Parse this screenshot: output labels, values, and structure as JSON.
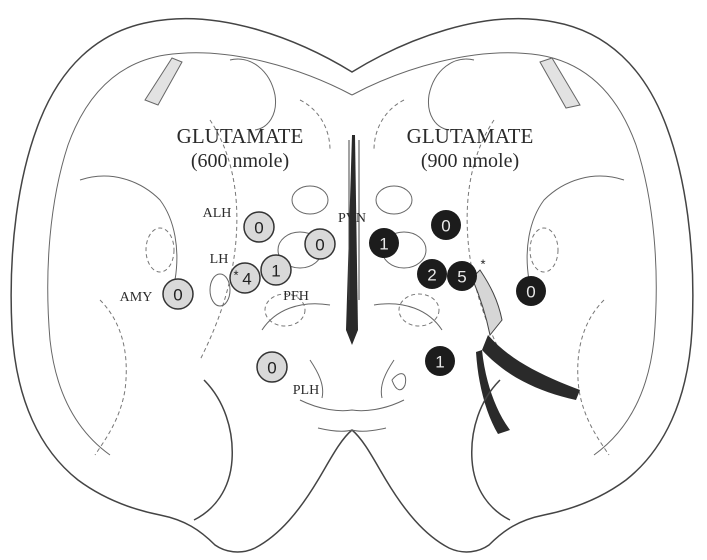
{
  "colors": {
    "open_marker": "#d9d9d9",
    "filled_marker": "#1c1c1c",
    "outline": "#444444",
    "shading": "#e2e2e2",
    "ventricle": "#2a2a2a"
  },
  "left_group": {
    "title": "GLUTAMATE",
    "dose": "(600 nmole)",
    "marker_style": "open"
  },
  "right_group": {
    "title": "GLUTAMATE",
    "dose": "(900 nmole)",
    "marker_style": "filled"
  },
  "regions": {
    "alh": "ALH",
    "lh": "LH",
    "amy": "AMY",
    "pfh": "PFH",
    "pvn": "PVN",
    "plh": "PLH"
  },
  "left_markers": [
    "0",
    "0",
    "4",
    "1",
    "0",
    "0"
  ],
  "right_markers": [
    "1",
    "0",
    "2",
    "5",
    "0",
    "1"
  ],
  "asterisk": "*"
}
